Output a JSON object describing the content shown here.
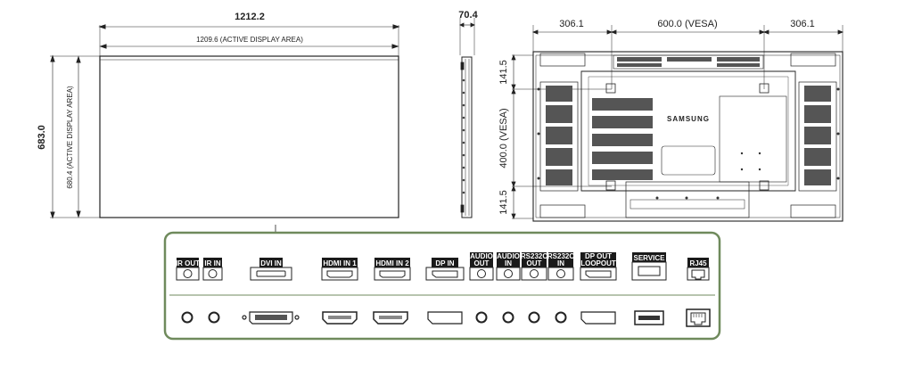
{
  "front_view": {
    "width": "1212.2",
    "active_width": "1209.6 (ACTIVE DISPLAY AREA)",
    "height": "683.0",
    "active_height": "680.4 (ACTIVE DISPLAY AREA)"
  },
  "side_view": {
    "depth": "70.4"
  },
  "rear_view": {
    "top_dims": [
      "306.1",
      "600.0 (VESA)",
      "306.1"
    ],
    "side_dims": [
      "141.5",
      "400.0 (VESA)",
      "141.5"
    ],
    "brand": "SAMSUNG"
  },
  "ports": [
    {
      "id": "ir-out",
      "label": "IR OUT"
    },
    {
      "id": "ir-in",
      "label": "IR IN"
    },
    {
      "id": "dvi-in",
      "label": "DVI IN"
    },
    {
      "id": "hdmi-in-1",
      "label": "HDMI IN 1"
    },
    {
      "id": "hdmi-in-2",
      "label": "HDMI IN 2"
    },
    {
      "id": "dp-in",
      "label": "DP IN"
    },
    {
      "id": "audio-out",
      "label": [
        "AUDIO",
        "OUT"
      ]
    },
    {
      "id": "audio-in",
      "label": [
        "AUDIO",
        "IN"
      ]
    },
    {
      "id": "rs232c-out",
      "label": [
        "RS232C",
        "OUT"
      ]
    },
    {
      "id": "rs232c-in",
      "label": [
        "RS232C",
        "IN"
      ]
    },
    {
      "id": "dp-out",
      "label": [
        "DP OUT",
        "(LOOPOUT)"
      ]
    },
    {
      "id": "service",
      "label": "SERVICE"
    },
    {
      "id": "rj45",
      "label": "RJ45"
    }
  ],
  "colors": {
    "panel_border": "#6f8a5c",
    "label_bg": "#1a1a1a",
    "line": "#222222"
  }
}
